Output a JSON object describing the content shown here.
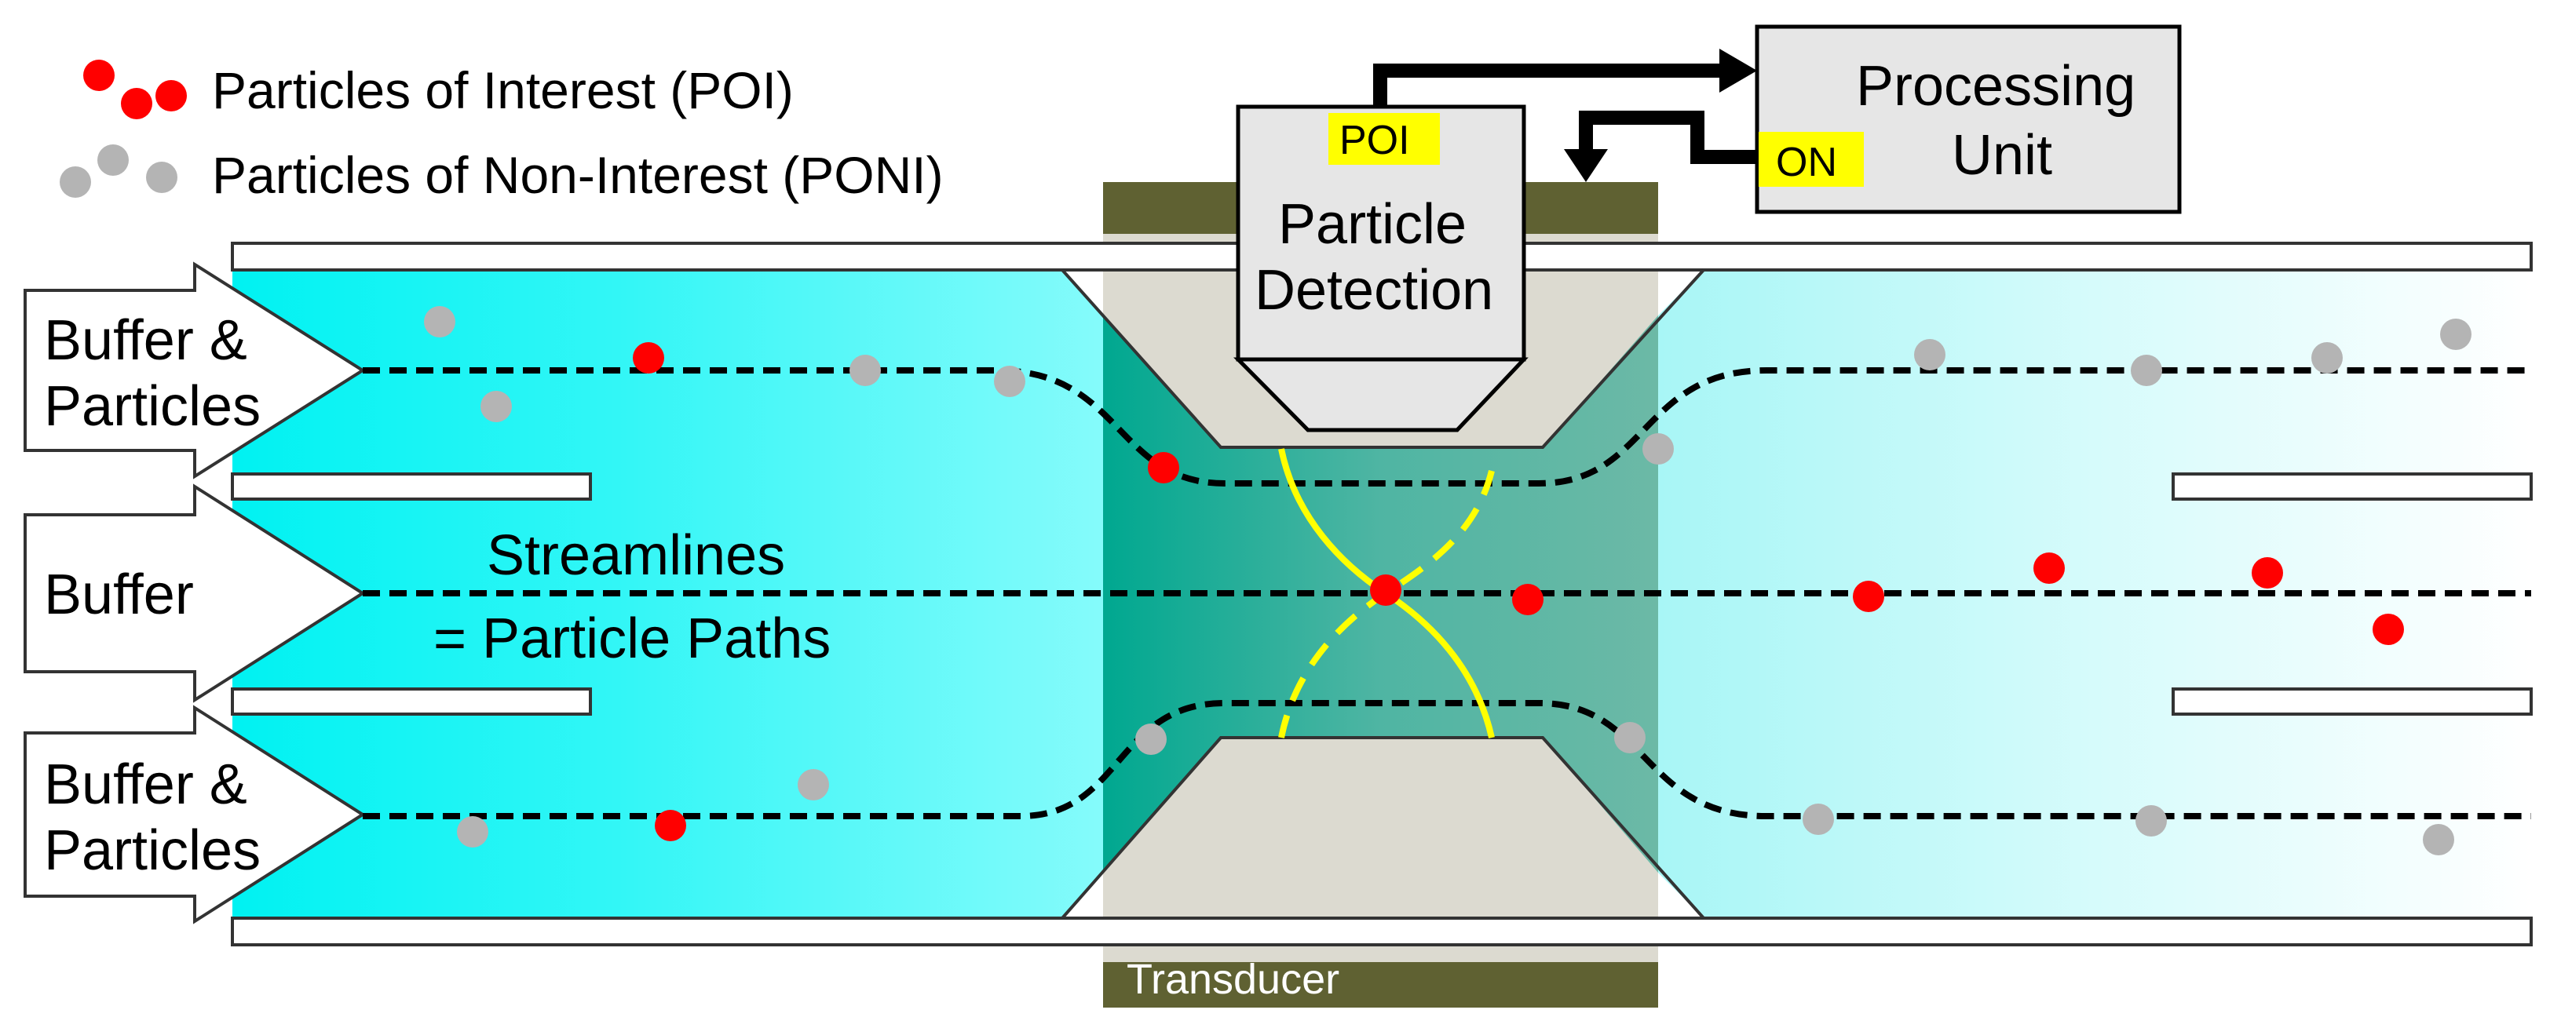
{
  "legend": {
    "poi": "Particles of Interest (POI)",
    "poni": "Particles of Non-Interest (PONI)"
  },
  "inlets": {
    "top": [
      "Buffer &",
      "Particles"
    ],
    "middle": "Buffer",
    "bottom": [
      "Buffer &",
      "Particles"
    ]
  },
  "streamlines_label": [
    "Streamlines",
    "= Particle Paths"
  ],
  "detector": {
    "tag": "POI",
    "label": [
      "Particle",
      "Detection"
    ]
  },
  "processing": {
    "label": [
      "Processing",
      "Unit"
    ],
    "tag": "ON"
  },
  "transducer": "Transducer",
  "colors": {
    "poi": "#ff0000",
    "poni": "#b4b4b4",
    "fluid": "#00f0f0",
    "transducer": "#5f6132",
    "transducer_window": "#dcdad0",
    "wave": "#ffff00",
    "highlight": "#ffff00",
    "box": "#e6e6e6"
  }
}
